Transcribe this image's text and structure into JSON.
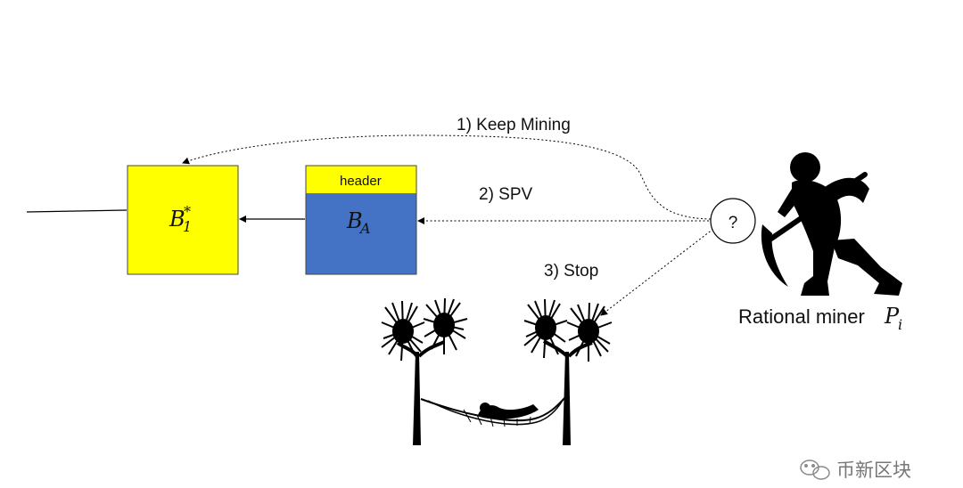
{
  "blocks": {
    "b1": {
      "symbol": "B",
      "subscript": "1",
      "superscript": "*",
      "fill": "#ffff00"
    },
    "ba": {
      "symbol": "B",
      "subscript": "A",
      "header_label": "header",
      "header_fill": "#ffff00",
      "body_fill": "#4472c4"
    }
  },
  "decision": {
    "symbol": "?"
  },
  "options": [
    {
      "label": "1) Keep Mining"
    },
    {
      "label": "2) SPV"
    },
    {
      "label": "3) Stop"
    }
  ],
  "miner": {
    "label": "Rational miner ",
    "symbol": "P",
    "subscript": "i",
    "icon": "miner-with-pickaxe-icon"
  },
  "scenery": {
    "icon": "palm-trees-hammock-icon"
  },
  "watermark": {
    "text": "币新区块",
    "icon": "wechat-icon"
  },
  "colors": {
    "yellow": "#ffff00",
    "blue": "#4472c4",
    "line": "#000000"
  }
}
